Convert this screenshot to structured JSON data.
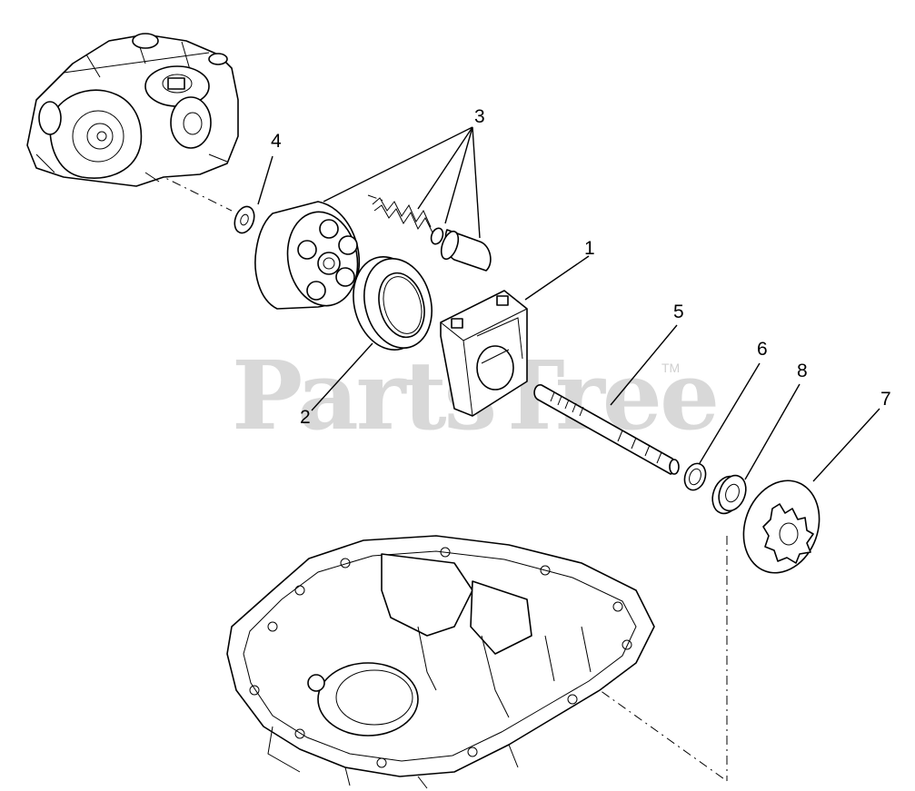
{
  "watermark": {
    "brand": "PartsTree",
    "trademark": "TM"
  },
  "callouts": [
    {
      "id": "1",
      "label": "1"
    },
    {
      "id": "2",
      "label": "2"
    },
    {
      "id": "3",
      "label": "3"
    },
    {
      "id": "4",
      "label": "4"
    },
    {
      "id": "5",
      "label": "5"
    },
    {
      "id": "6",
      "label": "6"
    },
    {
      "id": "7",
      "label": "7"
    },
    {
      "id": "8",
      "label": "8"
    }
  ]
}
